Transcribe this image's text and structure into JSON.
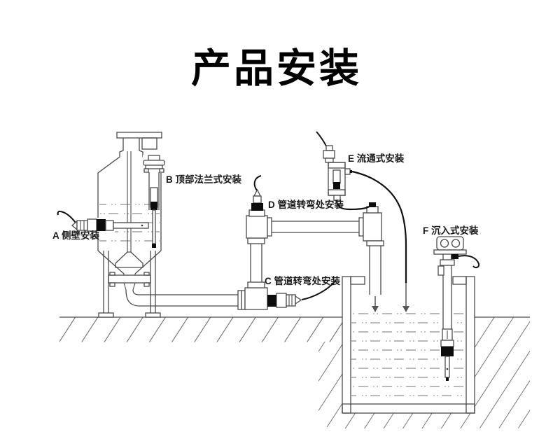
{
  "title": "产品安装",
  "installations": [
    {
      "id": "A",
      "label": "A 侧壁安装"
    },
    {
      "id": "B",
      "label": "B 顶部法兰式安装"
    },
    {
      "id": "C",
      "label": "C 管道转弯处安装"
    },
    {
      "id": "D",
      "label": "D 管道转弯处安装"
    },
    {
      "id": "E",
      "label": "E 流通式安装"
    },
    {
      "id": "F",
      "label": "F 沉入式安装"
    }
  ],
  "colors": {
    "line": "#4a4a4a",
    "label": "#1a1a1a",
    "band": "#0d0d0d",
    "cable": "#111111",
    "hatch": "#6b6b6b",
    "arrowc": "#555555",
    "bg": "#ffffff"
  }
}
